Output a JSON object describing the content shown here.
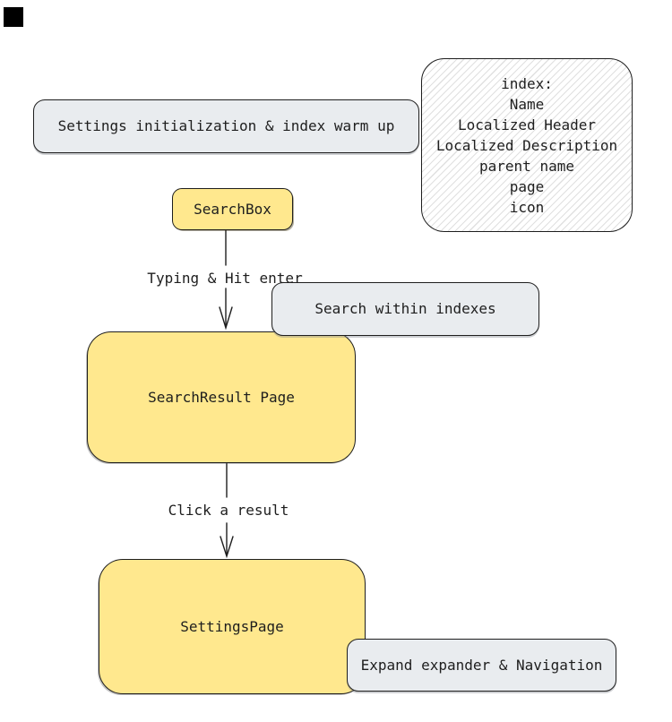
{
  "diagram": {
    "nodes": {
      "init_box": {
        "label": "Settings initialization & index warm up"
      },
      "index_note": {
        "lines": [
          "index:",
          "Name",
          "Localized Header",
          "Localized Description",
          "parent name",
          "page",
          "icon"
        ]
      },
      "search_box": {
        "label": "SearchBox"
      },
      "search_within": {
        "label": "Search within indexes"
      },
      "search_result": {
        "label": "SearchResult Page"
      },
      "settings_page": {
        "label": "SettingsPage"
      },
      "expand_nav": {
        "label": "Expand expander & Navigation"
      }
    },
    "edges": {
      "typing": {
        "label": "Typing & Hit enter"
      },
      "click": {
        "label": "Click a result"
      }
    },
    "colors": {
      "node_yellow_fill": "#ffe88e",
      "node_gray_fill": "#e9ecef",
      "stroke": "#1e1e1e",
      "hatch_line": "#e0e0e0"
    },
    "marks": {
      "corner_square": "black-square"
    }
  }
}
